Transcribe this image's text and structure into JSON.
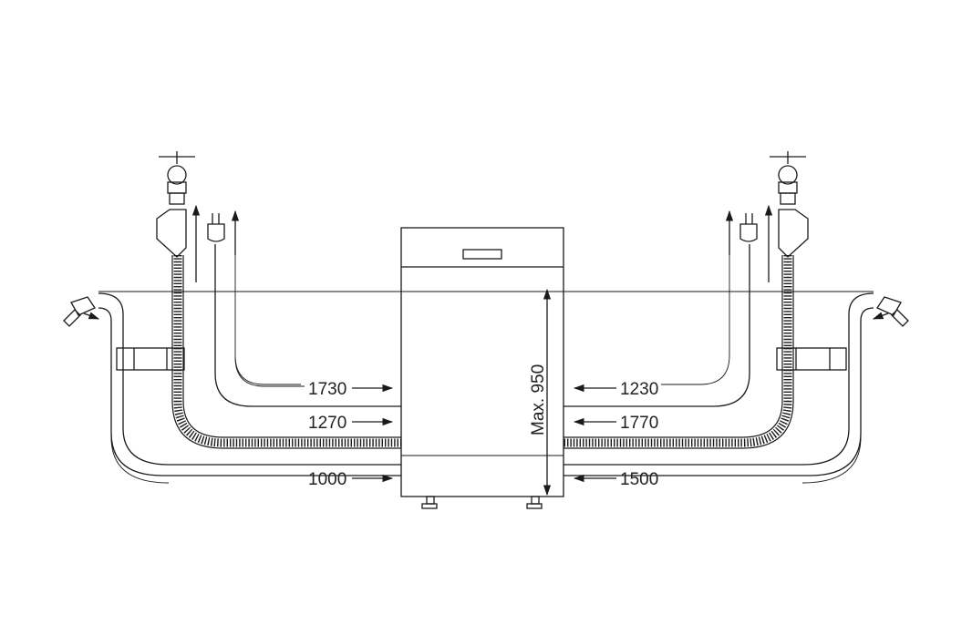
{
  "dimensions": {
    "left_top": "1730",
    "left_middle": "1270",
    "left_bottom": "1000",
    "right_top": "1230",
    "right_middle": "1770",
    "right_bottom": "1500",
    "height_max": "Max. 950"
  }
}
